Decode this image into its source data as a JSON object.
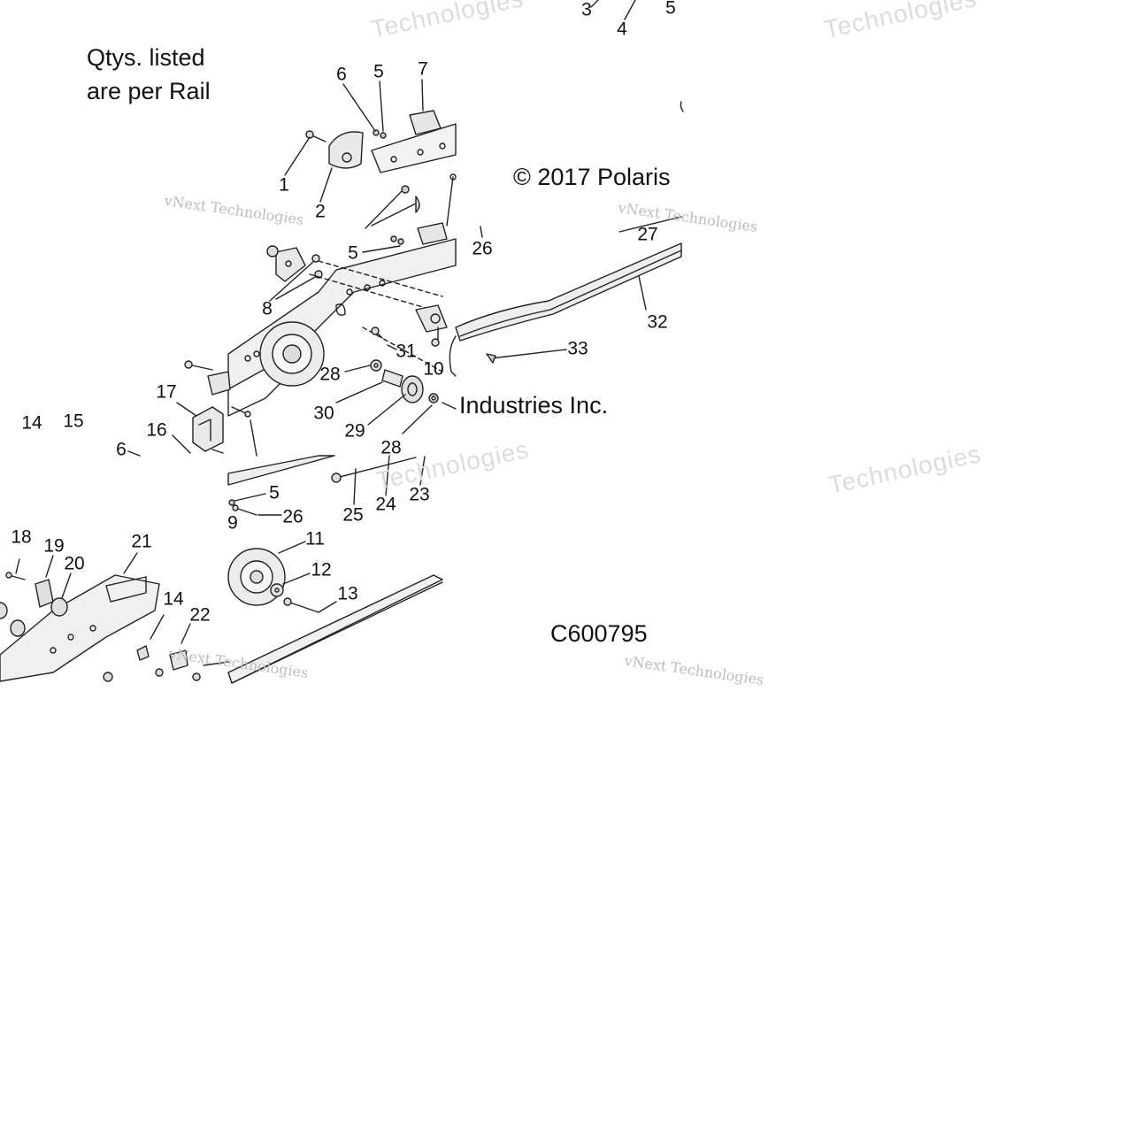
{
  "notes": {
    "qty_line1": "Qtys. listed",
    "qty_line2": "are per Rail",
    "copyright": "© 2017 Polaris",
    "industries": "Industries Inc.",
    "drawing_code": "C600795"
  },
  "watermarks": {
    "vnext": "vNext Technologies",
    "techno": "Technologies"
  },
  "callouts": [
    {
      "id": "c3",
      "text": "3"
    },
    {
      "id": "c4",
      "text": "4"
    },
    {
      "id": "c5a",
      "text": "5"
    },
    {
      "id": "c6a",
      "text": "6"
    },
    {
      "id": "c5b",
      "text": "5"
    },
    {
      "id": "c7",
      "text": "7"
    },
    {
      "id": "c1",
      "text": "1"
    },
    {
      "id": "c2",
      "text": "2"
    },
    {
      "id": "c5c",
      "text": "5"
    },
    {
      "id": "c26a",
      "text": "26"
    },
    {
      "id": "c27",
      "text": "27"
    },
    {
      "id": "c8",
      "text": "8"
    },
    {
      "id": "c32",
      "text": "32"
    },
    {
      "id": "c31",
      "text": "31"
    },
    {
      "id": "c33",
      "text": "33"
    },
    {
      "id": "c28a",
      "text": "28"
    },
    {
      "id": "c10",
      "text": "10"
    },
    {
      "id": "c17",
      "text": "17"
    },
    {
      "id": "c30",
      "text": "30"
    },
    {
      "id": "c29",
      "text": "29"
    },
    {
      "id": "c14a",
      "text": "14"
    },
    {
      "id": "c15",
      "text": "15"
    },
    {
      "id": "c16",
      "text": "16"
    },
    {
      "id": "c6b",
      "text": "6"
    },
    {
      "id": "c28b",
      "text": "28"
    },
    {
      "id": "c5d",
      "text": "5"
    },
    {
      "id": "c26b",
      "text": "26"
    },
    {
      "id": "c24",
      "text": "24"
    },
    {
      "id": "c23",
      "text": "23"
    },
    {
      "id": "c25",
      "text": "25"
    },
    {
      "id": "c9",
      "text": "9"
    },
    {
      "id": "c18",
      "text": "18"
    },
    {
      "id": "c19",
      "text": "19"
    },
    {
      "id": "c21",
      "text": "21"
    },
    {
      "id": "c11",
      "text": "11"
    },
    {
      "id": "c20",
      "text": "20"
    },
    {
      "id": "c12",
      "text": "12"
    },
    {
      "id": "c13",
      "text": "13"
    },
    {
      "id": "c14b",
      "text": "14"
    },
    {
      "id": "c22",
      "text": "22"
    }
  ]
}
